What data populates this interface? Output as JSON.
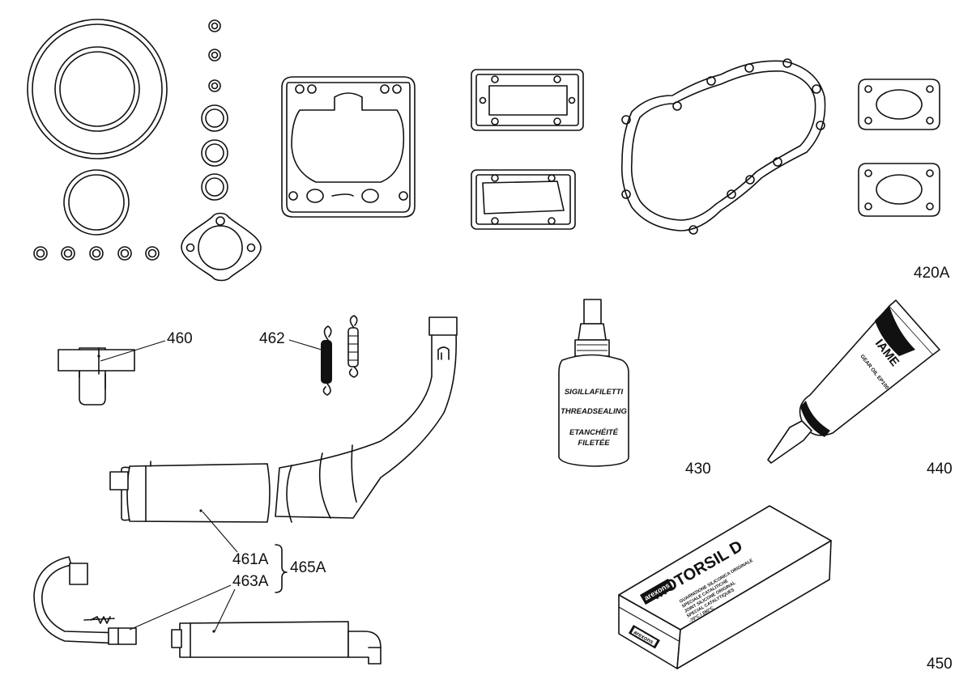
{
  "labels": {
    "gasket_kit": "420A",
    "threadsealing": "430",
    "gear_oil": "440",
    "motorsil": "450",
    "clamp": "460",
    "exhaust_a": "461A",
    "springs": "462",
    "exhaust_b": "463A",
    "exhaust_group": "465A"
  },
  "products": {
    "bottle_lines": [
      "SIGILLAFILETTI",
      "THREADSEALING",
      "ETANCHÉITÉ",
      "FILETÉE"
    ],
    "tube_brand": "IAME",
    "tube_sub": "GEAR OIL EP100",
    "box_title": "MOTORSIL D",
    "box_brand": "arexons",
    "box_lines": [
      "GUARNIZIONE SILICONICA ORIGINALE",
      "SPECIALE CATALITICHE",
      "JOINT SILICONE ORIGINAL",
      "SPECIAL CATALYTIQUES",
      "-70°C / 260°C"
    ]
  }
}
